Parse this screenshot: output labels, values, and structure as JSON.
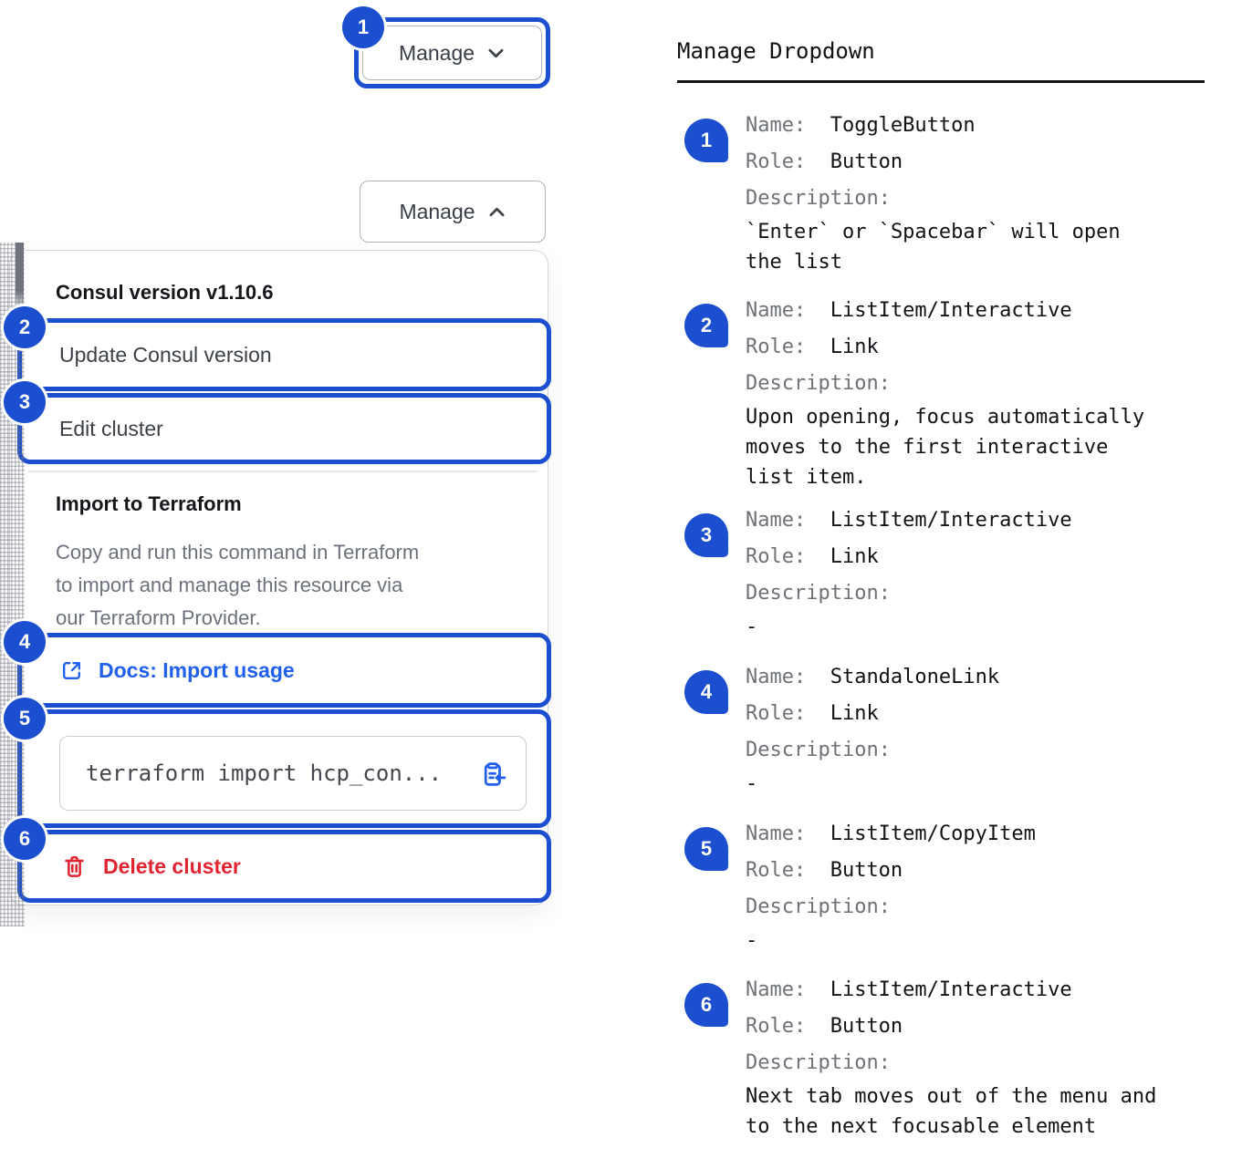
{
  "annotations": [
    "1",
    "2",
    "3",
    "4",
    "5",
    "6"
  ],
  "manage_button": {
    "label": "Manage"
  },
  "dropdown": {
    "toggle_label": "Manage",
    "version_header": "Consul version v1.10.6",
    "update_item": "Update Consul version",
    "edit_item": "Edit cluster",
    "import_title": "Import to Terraform",
    "import_description": "Copy and run this command in Terraform\nto import and manage this resource via\nour Terraform Provider.",
    "docs_link_label": "Docs: Import usage",
    "terraform_command": "terraform import hcp_con...",
    "delete_label": "Delete cluster"
  },
  "legend": {
    "title": "Manage Dropdown",
    "field_labels": {
      "name": "Name:",
      "role": "Role:",
      "description": "Description:"
    },
    "items": [
      {
        "num": "1",
        "name": "ToggleButton",
        "role": "Button",
        "description": "`Enter` or `Spacebar` will open\nthe list"
      },
      {
        "num": "2",
        "name": "ListItem/Interactive",
        "role": "Link",
        "description": "Upon opening, focus automatically\nmoves to the first interactive\nlist item."
      },
      {
        "num": "3",
        "name": "ListItem/Interactive",
        "role": "Link",
        "description": "-"
      },
      {
        "num": "4",
        "name": "StandaloneLink",
        "role": "Link",
        "description": "-"
      },
      {
        "num": "5",
        "name": "ListItem/CopyItem",
        "role": "Button",
        "description": "-"
      },
      {
        "num": "6",
        "name": "ListItem/Interactive",
        "role": "Button",
        "description": "Next tab moves out of the menu and\nto the next focusable element"
      }
    ]
  },
  "colors": {
    "annotation_blue": "#1c4ed0",
    "link_blue": "#2160ec",
    "critical_red": "#e02531",
    "panel_border_gray": "#d3d6db"
  }
}
